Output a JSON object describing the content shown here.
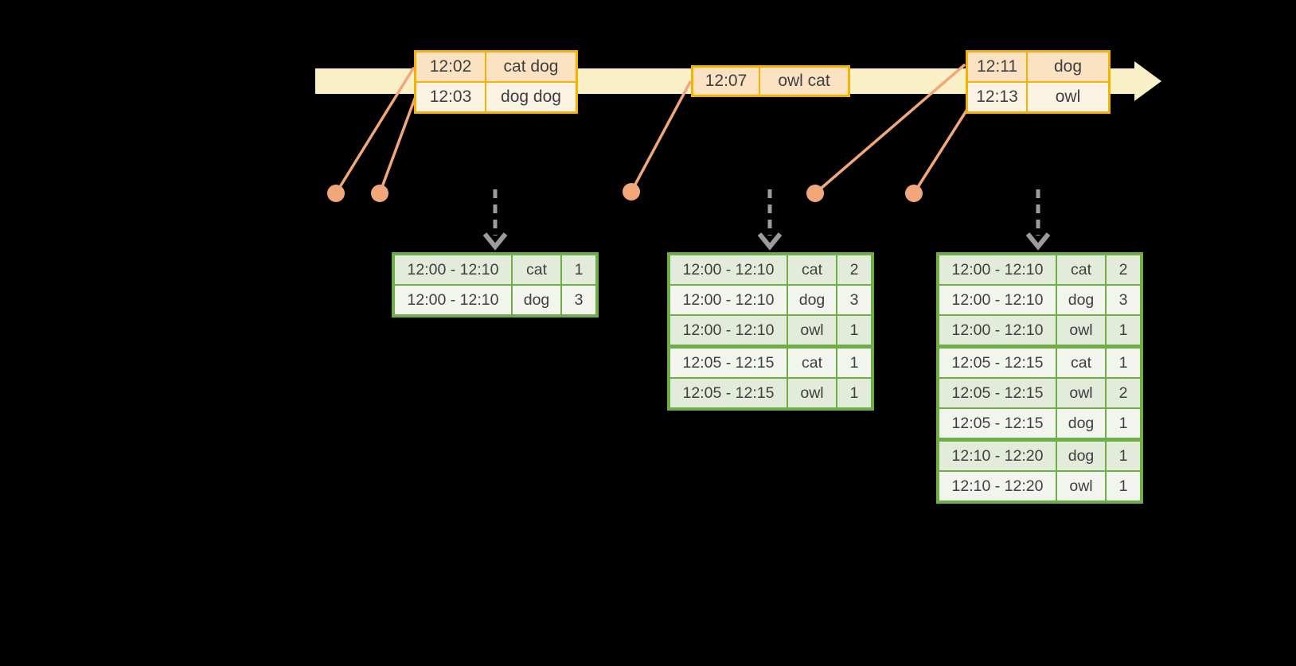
{
  "diagram": {
    "kind": "sliding-window streaming aggregation timeline",
    "colors": {
      "background": "#000000",
      "timeline_fill": "#FAF0C8",
      "event_table_border": "#F5B301",
      "event_row_dark": "#FAE2C2",
      "event_row_light": "#FCF3E5",
      "marker_orange": "#F2A77B",
      "result_table_border": "#6FAE46",
      "result_row_dark": "#E3EBDB",
      "result_row_light": "#F1F5ED",
      "trigger_arrow_gray": "#9C9C9C",
      "text": "#3F3F3F"
    },
    "icons": {
      "timeline_arrow": "right-arrow-band",
      "event_dot": "filled-circle",
      "trigger_arrow": "dashed-down-arrow"
    }
  },
  "input_tables": [
    {
      "rows": [
        {
          "time": "12:02",
          "words": "cat dog"
        },
        {
          "time": "12:03",
          "words": "dog dog"
        }
      ]
    },
    {
      "rows": [
        {
          "time": "12:07",
          "words": "owl cat"
        }
      ]
    },
    {
      "rows": [
        {
          "time": "12:11",
          "words": "dog"
        },
        {
          "time": "12:13",
          "words": "owl"
        }
      ]
    }
  ],
  "result_tables": [
    {
      "rows": [
        {
          "window": "12:00 - 12:10",
          "word": "cat",
          "count": "1"
        },
        {
          "window": "12:00 - 12:10",
          "word": "dog",
          "count": "3"
        }
      ]
    },
    {
      "rows": [
        {
          "window": "12:00 - 12:10",
          "word": "cat",
          "count": "2"
        },
        {
          "window": "12:00 - 12:10",
          "word": "dog",
          "count": "3"
        },
        {
          "window": "12:00 - 12:10",
          "word": "owl",
          "count": "1"
        },
        {
          "window": "12:05 - 12:15",
          "word": "cat",
          "count": "1"
        },
        {
          "window": "12:05 - 12:15",
          "word": "owl",
          "count": "1"
        }
      ]
    },
    {
      "rows": [
        {
          "window": "12:00 - 12:10",
          "word": "cat",
          "count": "2"
        },
        {
          "window": "12:00 - 12:10",
          "word": "dog",
          "count": "3"
        },
        {
          "window": "12:00 - 12:10",
          "word": "owl",
          "count": "1"
        },
        {
          "window": "12:05 - 12:15",
          "word": "cat",
          "count": "1"
        },
        {
          "window": "12:05 - 12:15",
          "word": "owl",
          "count": "2"
        },
        {
          "window": "12:05 - 12:15",
          "word": "dog",
          "count": "1"
        },
        {
          "window": "12:10 - 12:20",
          "word": "dog",
          "count": "1"
        },
        {
          "window": "12:10 - 12:20",
          "word": "owl",
          "count": "1"
        }
      ]
    }
  ]
}
